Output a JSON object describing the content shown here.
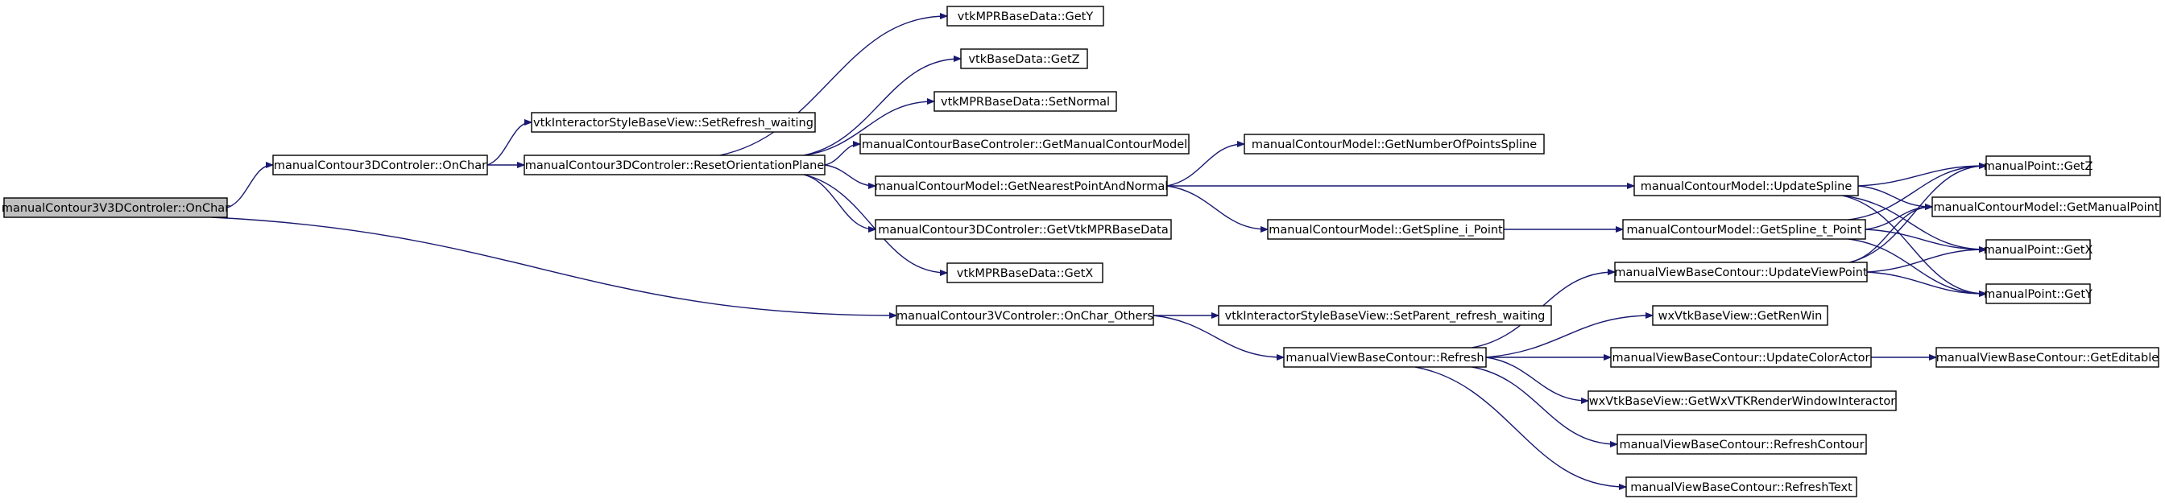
{
  "colors": {
    "edge": "#191970",
    "root_fill": "#bfbfbf",
    "node_fill": "#ffffff",
    "border": "#000000"
  },
  "nodes": [
    {
      "id": "n0",
      "label": "manualContour3V3DControler::OnChar",
      "root": true
    },
    {
      "id": "n1",
      "label": "manualContour3DControler::OnChar"
    },
    {
      "id": "n2",
      "label": "manualContour3VControler::OnChar_Others"
    },
    {
      "id": "n3",
      "label": "vtkInteractorStyleBaseView::SetRefresh_waiting"
    },
    {
      "id": "n4",
      "label": "manualContour3DControler::ResetOrientationPlane"
    },
    {
      "id": "n5",
      "label": "vtkMPRBaseData::GetY"
    },
    {
      "id": "n6",
      "label": "vtkBaseData::GetZ"
    },
    {
      "id": "n7",
      "label": "vtkMPRBaseData::SetNormal"
    },
    {
      "id": "n8",
      "label": "manualContourBaseControler::GetManualContourModel"
    },
    {
      "id": "n9",
      "label": "manualContourModel::GetNearestPointAndNormal"
    },
    {
      "id": "n10",
      "label": "manualContour3DControler::GetVtkMPRBaseData"
    },
    {
      "id": "n11",
      "label": "vtkMPRBaseData::GetX"
    },
    {
      "id": "n12",
      "label": "manualContourModel::GetNumberOfPointsSpline"
    },
    {
      "id": "n13",
      "label": "manualContourModel::GetSpline_i_Point"
    },
    {
      "id": "n14",
      "label": "manualContourModel::UpdateSpline"
    },
    {
      "id": "n15",
      "label": "manualContourModel::GetSpline_t_Point"
    },
    {
      "id": "n16",
      "label": "manualPoint::GetZ"
    },
    {
      "id": "n17",
      "label": "manualContourModel::GetManualPoint"
    },
    {
      "id": "n18",
      "label": "manualPoint::GetX"
    },
    {
      "id": "n19",
      "label": "manualPoint::GetY"
    },
    {
      "id": "n20",
      "label": "vtkInteractorStyleBaseView::SetParent_refresh_waiting"
    },
    {
      "id": "n21",
      "label": "manualViewBaseContour::Refresh"
    },
    {
      "id": "n22",
      "label": "manualViewBaseContour::UpdateViewPoint"
    },
    {
      "id": "n23",
      "label": "wxVtkBaseView::GetRenWin"
    },
    {
      "id": "n24",
      "label": "manualViewBaseContour::UpdateColorActor"
    },
    {
      "id": "n25",
      "label": "manualViewBaseContour::GetEditable"
    },
    {
      "id": "n26",
      "label": "wxVtkBaseView::GetWxVTKRenderWindowInteractor"
    },
    {
      "id": "n27",
      "label": "manualViewBaseContour::RefreshContour"
    },
    {
      "id": "n28",
      "label": "manualViewBaseContour::RefreshText"
    }
  ],
  "edges": [
    {
      "from": "n0",
      "to": "n1"
    },
    {
      "from": "n0",
      "to": "n2"
    },
    {
      "from": "n1",
      "to": "n3"
    },
    {
      "from": "n1",
      "to": "n4"
    },
    {
      "from": "n4",
      "to": "n5"
    },
    {
      "from": "n4",
      "to": "n6"
    },
    {
      "from": "n4",
      "to": "n7"
    },
    {
      "from": "n4",
      "to": "n8"
    },
    {
      "from": "n4",
      "to": "n9"
    },
    {
      "from": "n4",
      "to": "n10"
    },
    {
      "from": "n4",
      "to": "n11"
    },
    {
      "from": "n9",
      "to": "n12"
    },
    {
      "from": "n9",
      "to": "n13"
    },
    {
      "from": "n9",
      "to": "n14"
    },
    {
      "from": "n13",
      "to": "n15"
    },
    {
      "from": "n14",
      "to": "n16"
    },
    {
      "from": "n14",
      "to": "n17"
    },
    {
      "from": "n14",
      "to": "n18"
    },
    {
      "from": "n14",
      "to": "n19"
    },
    {
      "from": "n15",
      "to": "n16"
    },
    {
      "from": "n15",
      "to": "n17"
    },
    {
      "from": "n15",
      "to": "n18"
    },
    {
      "from": "n15",
      "to": "n19"
    },
    {
      "from": "n2",
      "to": "n20"
    },
    {
      "from": "n2",
      "to": "n21"
    },
    {
      "from": "n21",
      "to": "n22"
    },
    {
      "from": "n21",
      "to": "n23"
    },
    {
      "from": "n21",
      "to": "n24"
    },
    {
      "from": "n21",
      "to": "n26"
    },
    {
      "from": "n21",
      "to": "n27"
    },
    {
      "from": "n21",
      "to": "n28"
    },
    {
      "from": "n22",
      "to": "n16"
    },
    {
      "from": "n22",
      "to": "n17"
    },
    {
      "from": "n22",
      "to": "n18"
    },
    {
      "from": "n22",
      "to": "n19"
    },
    {
      "from": "n24",
      "to": "n25"
    }
  ]
}
